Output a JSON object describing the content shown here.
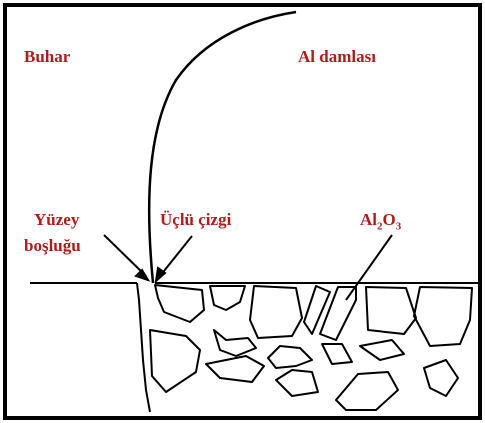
{
  "labels": {
    "vapor": "Buhar",
    "droplet": "Al damlası",
    "surface_line1": "Yüzey",
    "surface_line2": "boşluğu",
    "triple_line": "Üçlü çizgi",
    "oxide_base": "Al",
    "oxide_sub1": "2",
    "oxide_mid": "O",
    "oxide_sub2": "3"
  },
  "colors": {
    "label": "#b01c1c",
    "line": "#000000",
    "background": "#ffffff"
  }
}
